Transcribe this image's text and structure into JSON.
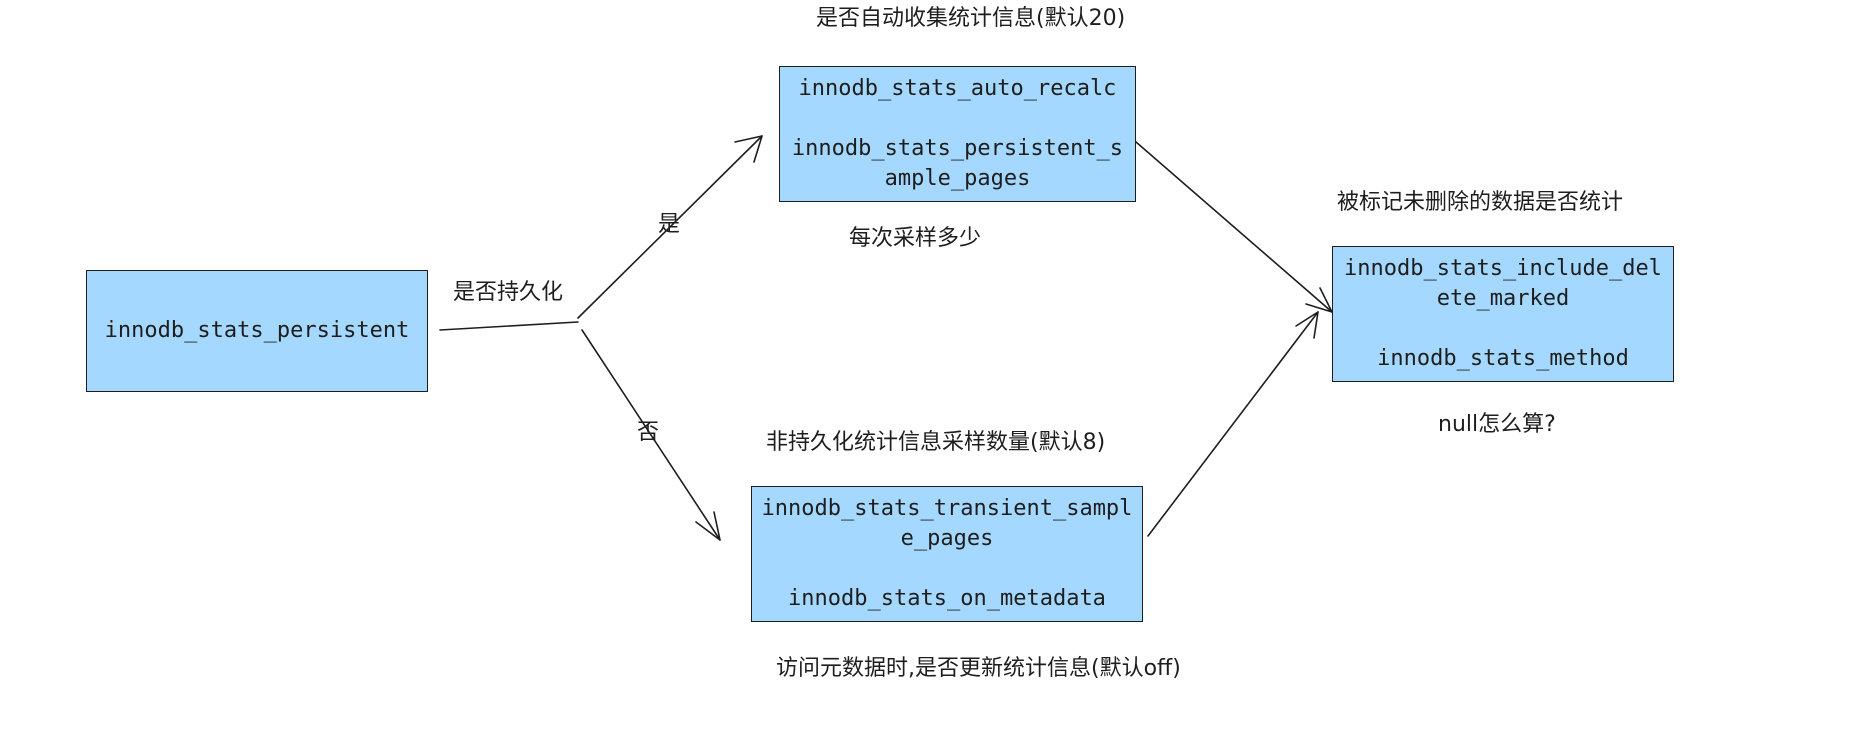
{
  "nodes": {
    "persistent": {
      "text": "innodb_stats_persistent"
    },
    "persistent_yes": {
      "line1": "innodb_stats_auto_recalc",
      "line2a": "innodb_stats_persistent_s",
      "line2b": "ample_pages"
    },
    "transient": {
      "line1a": "innodb_stats_transient_sampl",
      "line1b": "e_pages",
      "line2": "innodb_stats_on_metadata"
    },
    "delete_marked": {
      "line1a": "innodb_stats_include_del",
      "line1b": "ete_marked",
      "line2": "innodb_stats_method"
    }
  },
  "labels": {
    "persist_question": "是否持久化",
    "yes": "是",
    "no": "否",
    "auto_recalc_note": "是否自动收集统计信息(默认20)",
    "sample_note": "每次采样多少",
    "transient_note": "非持久化统计信息采样数量(默认8)",
    "metadata_note": "访问元数据时,是否更新统计信息(默认off)",
    "delete_marked_note": "被标记未删除的数据是否统计",
    "null_note": "null怎么算?"
  }
}
